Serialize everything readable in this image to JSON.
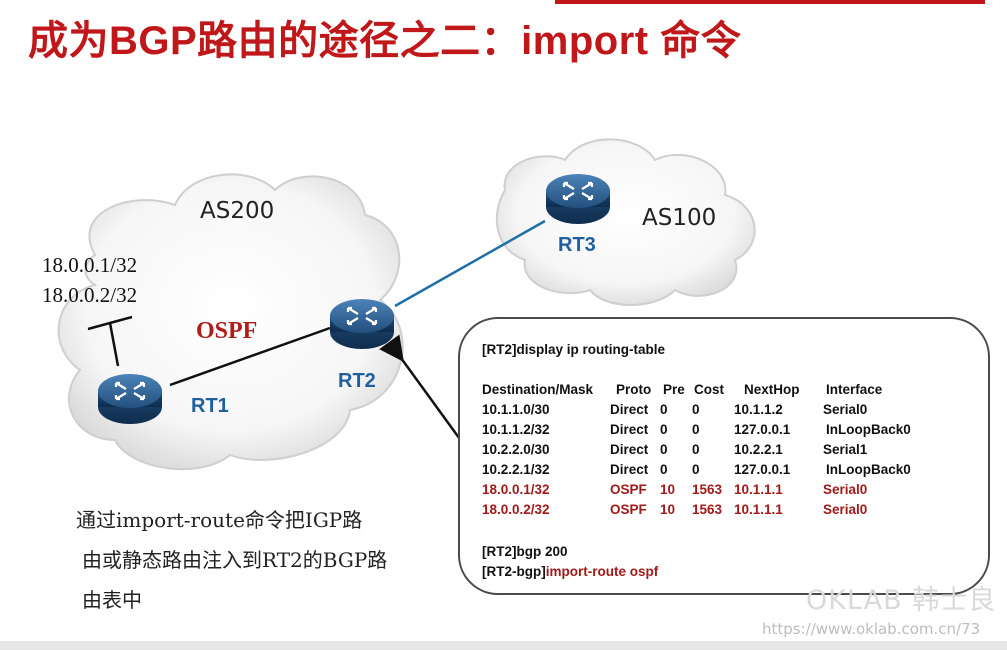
{
  "slide": {
    "title": "成为BGP路由的途径之二：import 命令",
    "accent_color": "#c0171a"
  },
  "topology": {
    "as_left": "AS200",
    "as_right": "AS100",
    "routers": [
      {
        "id": "rt1",
        "label": "RT1"
      },
      {
        "id": "rt2",
        "label": "RT2"
      },
      {
        "id": "rt3",
        "label": "RT3"
      }
    ],
    "prefixes": [
      "18.0.0.1/32",
      "18.0.0.2/32"
    ],
    "link_label": "OSPF",
    "link_color_ospf": "#111111",
    "link_color_bgp": "#1f6fa8"
  },
  "description": {
    "lines": [
      "通过import-route命令把IGP路",
      "由或静态路由注入到RT2的BGP路",
      "由表中"
    ]
  },
  "routing_table": {
    "command": "[RT2]display ip routing-table",
    "headers": [
      "Destination/Mask",
      "Proto",
      "Pre",
      "Cost",
      "NextHop",
      "Interface"
    ],
    "rows": [
      {
        "dest": "10.1.1.0/30",
        "proto": "Direct",
        "pre": "0",
        "cost": "0",
        "nexthop": "10.1.1.2",
        "iface": "Serial0",
        "highlight": false
      },
      {
        "dest": "10.1.1.2/32",
        "proto": "Direct",
        "pre": "0",
        "cost": "0",
        "nexthop": "127.0.0.1",
        "iface": "InLoopBack0",
        "highlight": false
      },
      {
        "dest": "10.2.2.0/30",
        "proto": "Direct",
        "pre": "0",
        "cost": "0",
        "nexthop": "10.2.2.1",
        "iface": "Serial1",
        "highlight": false
      },
      {
        "dest": "10.2.2.1/32",
        "proto": "Direct",
        "pre": "0",
        "cost": "0",
        "nexthop": "127.0.0.1",
        "iface": "InLoopBack0",
        "highlight": false
      },
      {
        "dest": "18.0.0.1/32",
        "proto": "OSPF",
        "pre": "10",
        "cost": "1563",
        "nexthop": "10.1.1.1",
        "iface": "Serial0",
        "highlight": true
      },
      {
        "dest": "18.0.0.2/32",
        "proto": "OSPF",
        "pre": "10",
        "cost": "1563",
        "nexthop": "10.1.1.1",
        "iface": "Serial0",
        "highlight": true
      }
    ],
    "highlight_color": "#a11a1a",
    "config_line1": "[RT2]bgp 200",
    "config_line2_prefix": "[RT2-bgp]",
    "config_line2_cmd": "import-route ospf"
  },
  "watermark": {
    "brand": "OKLAB 韩士良",
    "footer": "https://www.oklab.com.cn/73"
  }
}
